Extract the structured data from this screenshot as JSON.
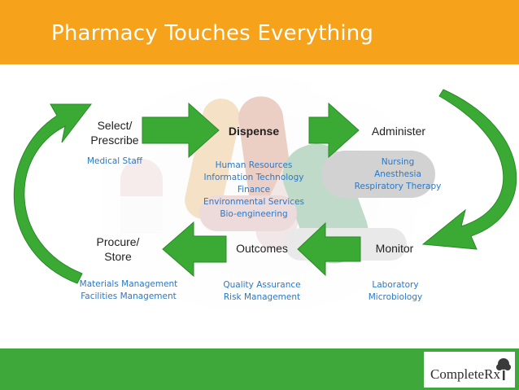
{
  "header": {
    "title": "Pharmacy Touches Everything",
    "bg": "#f7a21b"
  },
  "footer": {
    "bg": "#3ea83a",
    "logo": "CompleteRx"
  },
  "colors": {
    "arrow": "#3aaa35",
    "arrow_dark": "#2a8a28",
    "sub_text": "#2c78c6"
  },
  "nodes": {
    "select": {
      "label_1": "Select/",
      "label_2": "Prescribe",
      "subs": [
        "Medical Staff"
      ]
    },
    "dispense": {
      "label": "Dispense",
      "subs": [
        "Human Resources",
        "Information Technology",
        "Finance",
        "Environmental Services",
        "Bio-engineering"
      ]
    },
    "administer": {
      "label": "Administer",
      "subs": [
        "Nursing",
        "Anesthesia",
        "Respiratory Therapy"
      ]
    },
    "monitor": {
      "label": "Monitor",
      "subs": [
        "Laboratory",
        "Microbiology"
      ]
    },
    "outcomes": {
      "label": "Outcomes",
      "subs": [
        "Quality Assurance",
        "Risk Management"
      ]
    },
    "procure": {
      "label_1": "Procure/",
      "label_2": "Store",
      "subs": [
        "Materials Management",
        "Facilities Management"
      ]
    }
  }
}
